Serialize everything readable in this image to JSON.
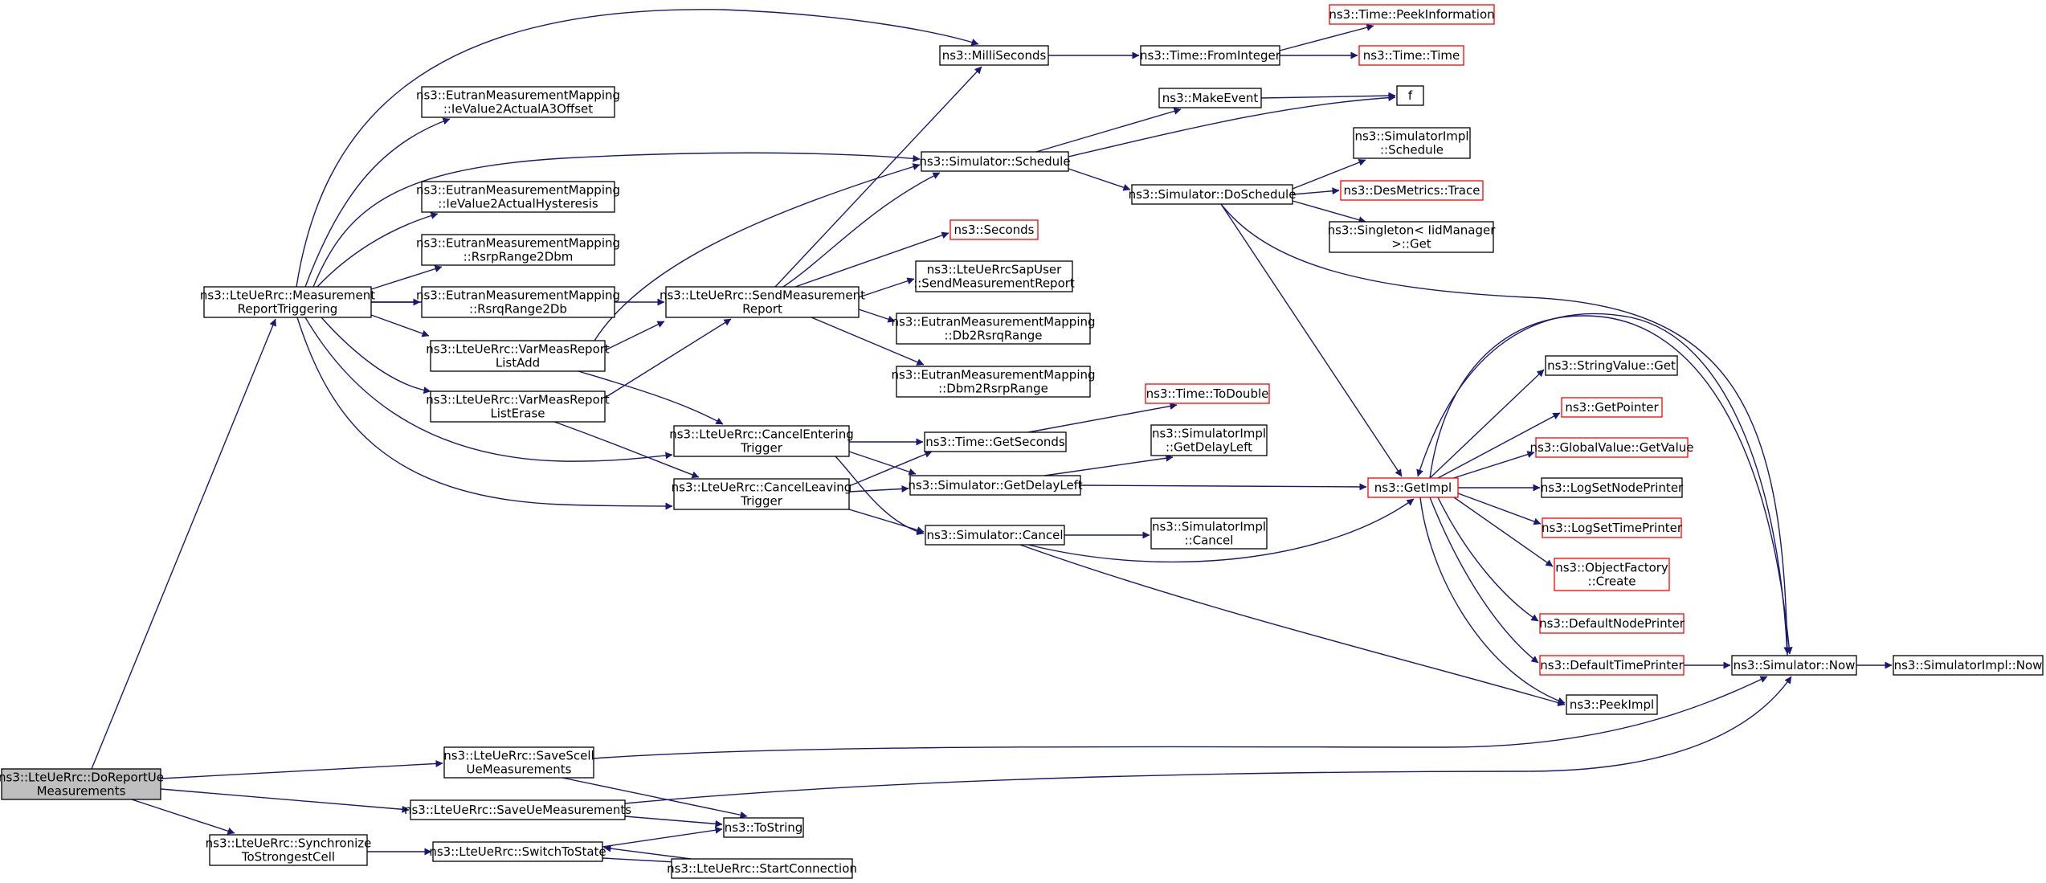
{
  "colors": {
    "edge": "#191970",
    "node_border": "#000000",
    "external_border": "#ff0000",
    "root_fill": "#bfbfbf",
    "node_fill": "#ffffff"
  },
  "nodes": [
    {
      "id": "root",
      "lines": [
        "ns3::LteUeRrc::DoReportUe",
        "Measurements"
      ],
      "style": "root"
    },
    {
      "id": "mrt",
      "lines": [
        "ns3::LteUeRrc::Measurement",
        "ReportTriggering"
      ],
      "style": "normal"
    },
    {
      "id": "ssum",
      "lines": [
        "ns3::LteUeRrc::SaveScell",
        "UeMeasurements"
      ],
      "style": "normal"
    },
    {
      "id": "sum",
      "lines": [
        "ns3::LteUeRrc::SaveUeMeasurements"
      ],
      "style": "normal"
    },
    {
      "id": "sync",
      "lines": [
        "ns3::LteUeRrc::Synchronize",
        "ToStrongestCell"
      ],
      "style": "normal"
    },
    {
      "id": "ia3",
      "lines": [
        "ns3::EutranMeasurementMapping",
        "::IeValue2ActualA3Offset"
      ],
      "style": "normal"
    },
    {
      "id": "ihys",
      "lines": [
        "ns3::EutranMeasurementMapping",
        "::IeValue2ActualHysteresis"
      ],
      "style": "normal"
    },
    {
      "id": "rsrp",
      "lines": [
        "ns3::EutranMeasurementMapping",
        "::RsrpRange2Dbm"
      ],
      "style": "normal"
    },
    {
      "id": "rsrq",
      "lines": [
        "ns3::EutranMeasurementMapping",
        "::RsrqRange2Db"
      ],
      "style": "normal"
    },
    {
      "id": "vadd",
      "lines": [
        "ns3::LteUeRrc::VarMeasReport",
        "ListAdd"
      ],
      "style": "normal"
    },
    {
      "id": "verase",
      "lines": [
        "ns3::LteUeRrc::VarMeasReport",
        "ListErase"
      ],
      "style": "normal"
    },
    {
      "id": "sendmr",
      "lines": [
        "ns3::LteUeRrc::SendMeasurement",
        "Report"
      ],
      "style": "normal"
    },
    {
      "id": "cet",
      "lines": [
        "ns3::LteUeRrc::CancelEntering",
        "Trigger"
      ],
      "style": "normal"
    },
    {
      "id": "clt",
      "lines": [
        "ns3::LteUeRrc::CancelLeaving",
        "Trigger"
      ],
      "style": "normal"
    },
    {
      "id": "ms",
      "lines": [
        "ns3::MilliSeconds"
      ],
      "style": "normal"
    },
    {
      "id": "sched",
      "lines": [
        "ns3::Simulator::Schedule"
      ],
      "style": "normal"
    },
    {
      "id": "secs",
      "lines": [
        "ns3::Seconds"
      ],
      "style": "external"
    },
    {
      "id": "sapuser",
      "lines": [
        "ns3::LteUeRrcSapUser",
        "::SendMeasurementReport"
      ],
      "style": "normal"
    },
    {
      "id": "db2rsrq",
      "lines": [
        "ns3::EutranMeasurementMapping",
        "::Db2RsrqRange"
      ],
      "style": "normal"
    },
    {
      "id": "dbm2rsrp",
      "lines": [
        "ns3::EutranMeasurementMapping",
        "::Dbm2RsrpRange"
      ],
      "style": "normal"
    },
    {
      "id": "getsec",
      "lines": [
        "ns3::Time::GetSeconds"
      ],
      "style": "normal"
    },
    {
      "id": "gdl",
      "lines": [
        "ns3::Simulator::GetDelayLeft"
      ],
      "style": "normal"
    },
    {
      "id": "cancel",
      "lines": [
        "ns3::Simulator::Cancel"
      ],
      "style": "normal"
    },
    {
      "id": "fromint",
      "lines": [
        "ns3::Time::FromInteger"
      ],
      "style": "normal"
    },
    {
      "id": "peekinfo",
      "lines": [
        "ns3::Time::PeekInformation"
      ],
      "style": "external"
    },
    {
      "id": "timetime",
      "lines": [
        "ns3::Time::Time"
      ],
      "style": "external"
    },
    {
      "id": "mkevent",
      "lines": [
        "ns3::MakeEvent"
      ],
      "style": "normal"
    },
    {
      "id": "f",
      "lines": [
        "f"
      ],
      "style": "normal"
    },
    {
      "id": "dosched",
      "lines": [
        "ns3::Simulator::DoSchedule"
      ],
      "style": "normal"
    },
    {
      "id": "siSched",
      "lines": [
        "ns3::SimulatorImpl",
        "::Schedule"
      ],
      "style": "normal"
    },
    {
      "id": "trace",
      "lines": [
        "ns3::DesMetrics::Trace"
      ],
      "style": "external"
    },
    {
      "id": "singleton",
      "lines": [
        "ns3::Singleton< IidManager",
        ">::Get"
      ],
      "style": "normal"
    },
    {
      "id": "todouble",
      "lines": [
        "ns3::Time::ToDouble"
      ],
      "style": "external"
    },
    {
      "id": "siGdl",
      "lines": [
        "ns3::SimulatorImpl",
        "::GetDelayLeft"
      ],
      "style": "normal"
    },
    {
      "id": "siCancel",
      "lines": [
        "ns3::SimulatorImpl",
        "::Cancel"
      ],
      "style": "normal"
    },
    {
      "id": "getimpl",
      "lines": [
        "ns3::GetImpl"
      ],
      "style": "external"
    },
    {
      "id": "svget",
      "lines": [
        "ns3::StringValue::Get"
      ],
      "style": "normal"
    },
    {
      "id": "getptr",
      "lines": [
        "ns3::GetPointer"
      ],
      "style": "external"
    },
    {
      "id": "gvget",
      "lines": [
        "ns3::GlobalValue::GetValue"
      ],
      "style": "external"
    },
    {
      "id": "lsnp",
      "lines": [
        "ns3::LogSetNodePrinter"
      ],
      "style": "normal"
    },
    {
      "id": "lstp",
      "lines": [
        "ns3::LogSetTimePrinter"
      ],
      "style": "external"
    },
    {
      "id": "ofc",
      "lines": [
        "ns3::ObjectFactory",
        "::Create"
      ],
      "style": "external"
    },
    {
      "id": "dnp",
      "lines": [
        "ns3::DefaultNodePrinter"
      ],
      "style": "external"
    },
    {
      "id": "dtp",
      "lines": [
        "ns3::DefaultTimePrinter"
      ],
      "style": "external"
    },
    {
      "id": "peekimpl",
      "lines": [
        "ns3::PeekImpl"
      ],
      "style": "normal"
    },
    {
      "id": "now",
      "lines": [
        "ns3::Simulator::Now"
      ],
      "style": "normal"
    },
    {
      "id": "siNow",
      "lines": [
        "ns3::SimulatorImpl::Now"
      ],
      "style": "normal"
    },
    {
      "id": "tostr",
      "lines": [
        "ns3::ToString"
      ],
      "style": "normal"
    },
    {
      "id": "sts",
      "lines": [
        "ns3::LteUeRrc::SwitchToState"
      ],
      "style": "normal"
    },
    {
      "id": "startconn",
      "lines": [
        "ns3::LteUeRrc::StartConnection"
      ],
      "style": "normal"
    }
  ],
  "edges": [
    [
      "root",
      "mrt"
    ],
    [
      "root",
      "ssum"
    ],
    [
      "root",
      "sum"
    ],
    [
      "root",
      "sync"
    ],
    [
      "mrt",
      "ms"
    ],
    [
      "mrt",
      "ia3"
    ],
    [
      "mrt",
      "sched"
    ],
    [
      "mrt",
      "ihys"
    ],
    [
      "mrt",
      "rsrp"
    ],
    [
      "mrt",
      "rsrq"
    ],
    [
      "mrt",
      "sendmr"
    ],
    [
      "mrt",
      "vadd"
    ],
    [
      "mrt",
      "verase"
    ],
    [
      "mrt",
      "cet"
    ],
    [
      "mrt",
      "clt"
    ],
    [
      "vadd",
      "sched"
    ],
    [
      "vadd",
      "sendmr"
    ],
    [
      "vadd",
      "cet"
    ],
    [
      "verase",
      "sendmr"
    ],
    [
      "verase",
      "clt"
    ],
    [
      "sendmr",
      "ms"
    ],
    [
      "sendmr",
      "sched"
    ],
    [
      "sendmr",
      "secs"
    ],
    [
      "sendmr",
      "sapuser"
    ],
    [
      "sendmr",
      "db2rsrq"
    ],
    [
      "sendmr",
      "dbm2rsrp"
    ],
    [
      "cet",
      "getsec"
    ],
    [
      "cet",
      "gdl"
    ],
    [
      "cet",
      "cancel"
    ],
    [
      "clt",
      "getsec"
    ],
    [
      "clt",
      "gdl"
    ],
    [
      "clt",
      "cancel"
    ],
    [
      "ms",
      "fromint"
    ],
    [
      "fromint",
      "peekinfo"
    ],
    [
      "fromint",
      "timetime"
    ],
    [
      "sched",
      "mkevent"
    ],
    [
      "sched",
      "f"
    ],
    [
      "sched",
      "dosched"
    ],
    [
      "mkevent",
      "f"
    ],
    [
      "dosched",
      "siSched"
    ],
    [
      "dosched",
      "trace"
    ],
    [
      "dosched",
      "singleton"
    ],
    [
      "dosched",
      "getimpl"
    ],
    [
      "dosched",
      "now"
    ],
    [
      "getsec",
      "todouble"
    ],
    [
      "gdl",
      "siGdl"
    ],
    [
      "gdl",
      "getimpl"
    ],
    [
      "cancel",
      "siCancel"
    ],
    [
      "cancel",
      "getimpl"
    ],
    [
      "cancel",
      "peekimpl"
    ],
    [
      "getimpl",
      "svget"
    ],
    [
      "getimpl",
      "getptr"
    ],
    [
      "getimpl",
      "gvget"
    ],
    [
      "getimpl",
      "lsnp"
    ],
    [
      "getimpl",
      "lstp"
    ],
    [
      "getimpl",
      "ofc"
    ],
    [
      "getimpl",
      "dnp"
    ],
    [
      "getimpl",
      "dtp"
    ],
    [
      "getimpl",
      "peekimpl"
    ],
    [
      "getimpl",
      "now"
    ],
    [
      "dtp",
      "now"
    ],
    [
      "now",
      "getimpl"
    ],
    [
      "now",
      "siNow"
    ],
    [
      "ssum",
      "now"
    ],
    [
      "ssum",
      "tostr"
    ],
    [
      "sum",
      "now"
    ],
    [
      "sum",
      "tostr"
    ],
    [
      "sync",
      "sts"
    ],
    [
      "sts",
      "tostr"
    ],
    [
      "sts",
      "startconn"
    ],
    [
      "startconn",
      "sts"
    ]
  ]
}
